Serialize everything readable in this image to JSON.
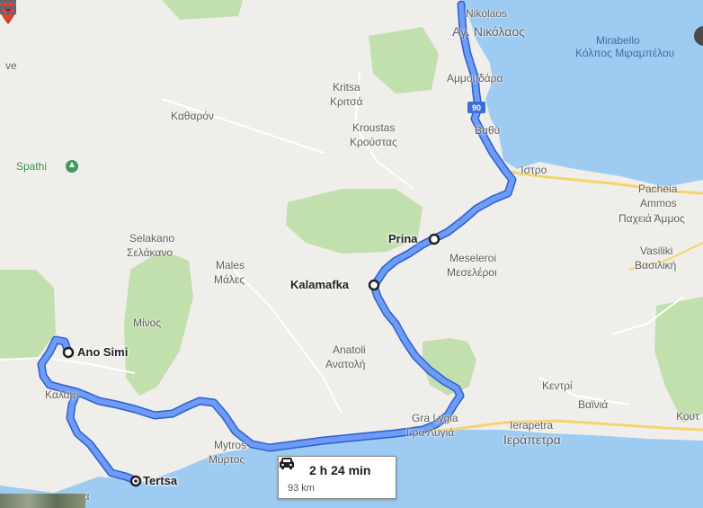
{
  "map": {
    "places": {
      "ve": "ve",
      "nikolaos_en": "Nikolaos",
      "nikolaos_gr": "Αγ. Νικόλαος",
      "mirabello_en": "Mirabello",
      "mirabello_gr": "Κόλπος Μιραμπέλου",
      "ammoudara": "Αμμουδάρα",
      "kritsa_en": "Kritsa",
      "kritsa_gr": "Κριτσά",
      "kavaron": "Καθαρόν",
      "kroustas_en": "Kroustas",
      "kroustas_gr": "Κρούστας",
      "vathi": "Βαθύ",
      "road_90": "90",
      "spathi": "Spathi",
      "istro": "Ίστρο",
      "pacheia_en": "Pacheia",
      "pacheia_en2": "Ammos",
      "pacheia_gr": "Παχειά Άμμος",
      "selakano_en": "Selakano",
      "selakano_gr": "Σελάκανο",
      "males_en": "Males",
      "males_gr": "Μάλες",
      "meseleroi_en": "Meseleroi",
      "meseleroi_gr": "Μεσελέροι",
      "vasiliki_en": "Vasiliki",
      "vasiliki_gr": "Βασιλική",
      "minos": "Μίνος",
      "anatoli_en": "Anatoli",
      "anatoli_gr": "Ανατολή",
      "kentri": "Κεντρί",
      "vainia": "Βαϊνιά",
      "kout": "Κουτ",
      "kalami": "Καλάμι",
      "gra_lygia_en": "Gra Lygia",
      "gra_lygia_gr": "Γρα Λυγιά",
      "ierapetra_en": "Ierapetra",
      "ierapetra_gr": "Ιεράπετρα",
      "myrtos_en": "Mytros",
      "myrtos_gr": "Μύρτος",
      "ia": "ια"
    },
    "waypoints": {
      "prina": "Prina",
      "kalamafka": "Kalamafka",
      "ano_simi": "Ano Simi",
      "tertsa": "Tertsa"
    },
    "route": {
      "time": "2 h 24 min",
      "distance": "93 km"
    },
    "colors": {
      "land": "#f0eeea",
      "water": "#9ecbf2",
      "park": "#c2dfae",
      "route": "#4f84f2",
      "route_outline": "#2a5fd1",
      "highway": "#f6d36e",
      "pin": "#e44133"
    },
    "icons": [
      "spathi-place-icon",
      "car-icon",
      "destination-pin-icon",
      "grid-icon"
    ]
  }
}
